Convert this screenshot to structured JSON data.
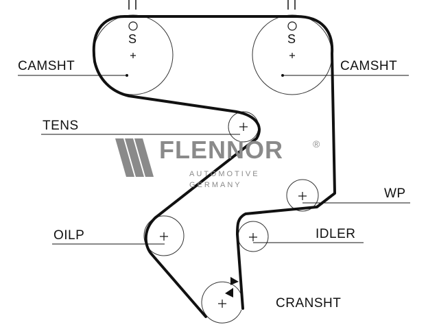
{
  "labels": {
    "camshaft_left": "CAMSHT",
    "camshaft_right": "CAMSHT",
    "tensioner": "TENS",
    "water_pump": "WP",
    "oil_pump": "OILP",
    "idler": "IDLER",
    "crankshaft": "CRANSHT"
  },
  "timing_marks": {
    "left_top": "II",
    "right_top": "II",
    "left_s": "S",
    "right_s": "S"
  },
  "logo": {
    "brand": "FLENNOR",
    "registered": "®",
    "line1": "AUTOMOTIVE",
    "line2": "GERMANY"
  },
  "colors": {
    "belt": "#111111",
    "pulley": "#333333",
    "logo": "#8a8a8a"
  }
}
